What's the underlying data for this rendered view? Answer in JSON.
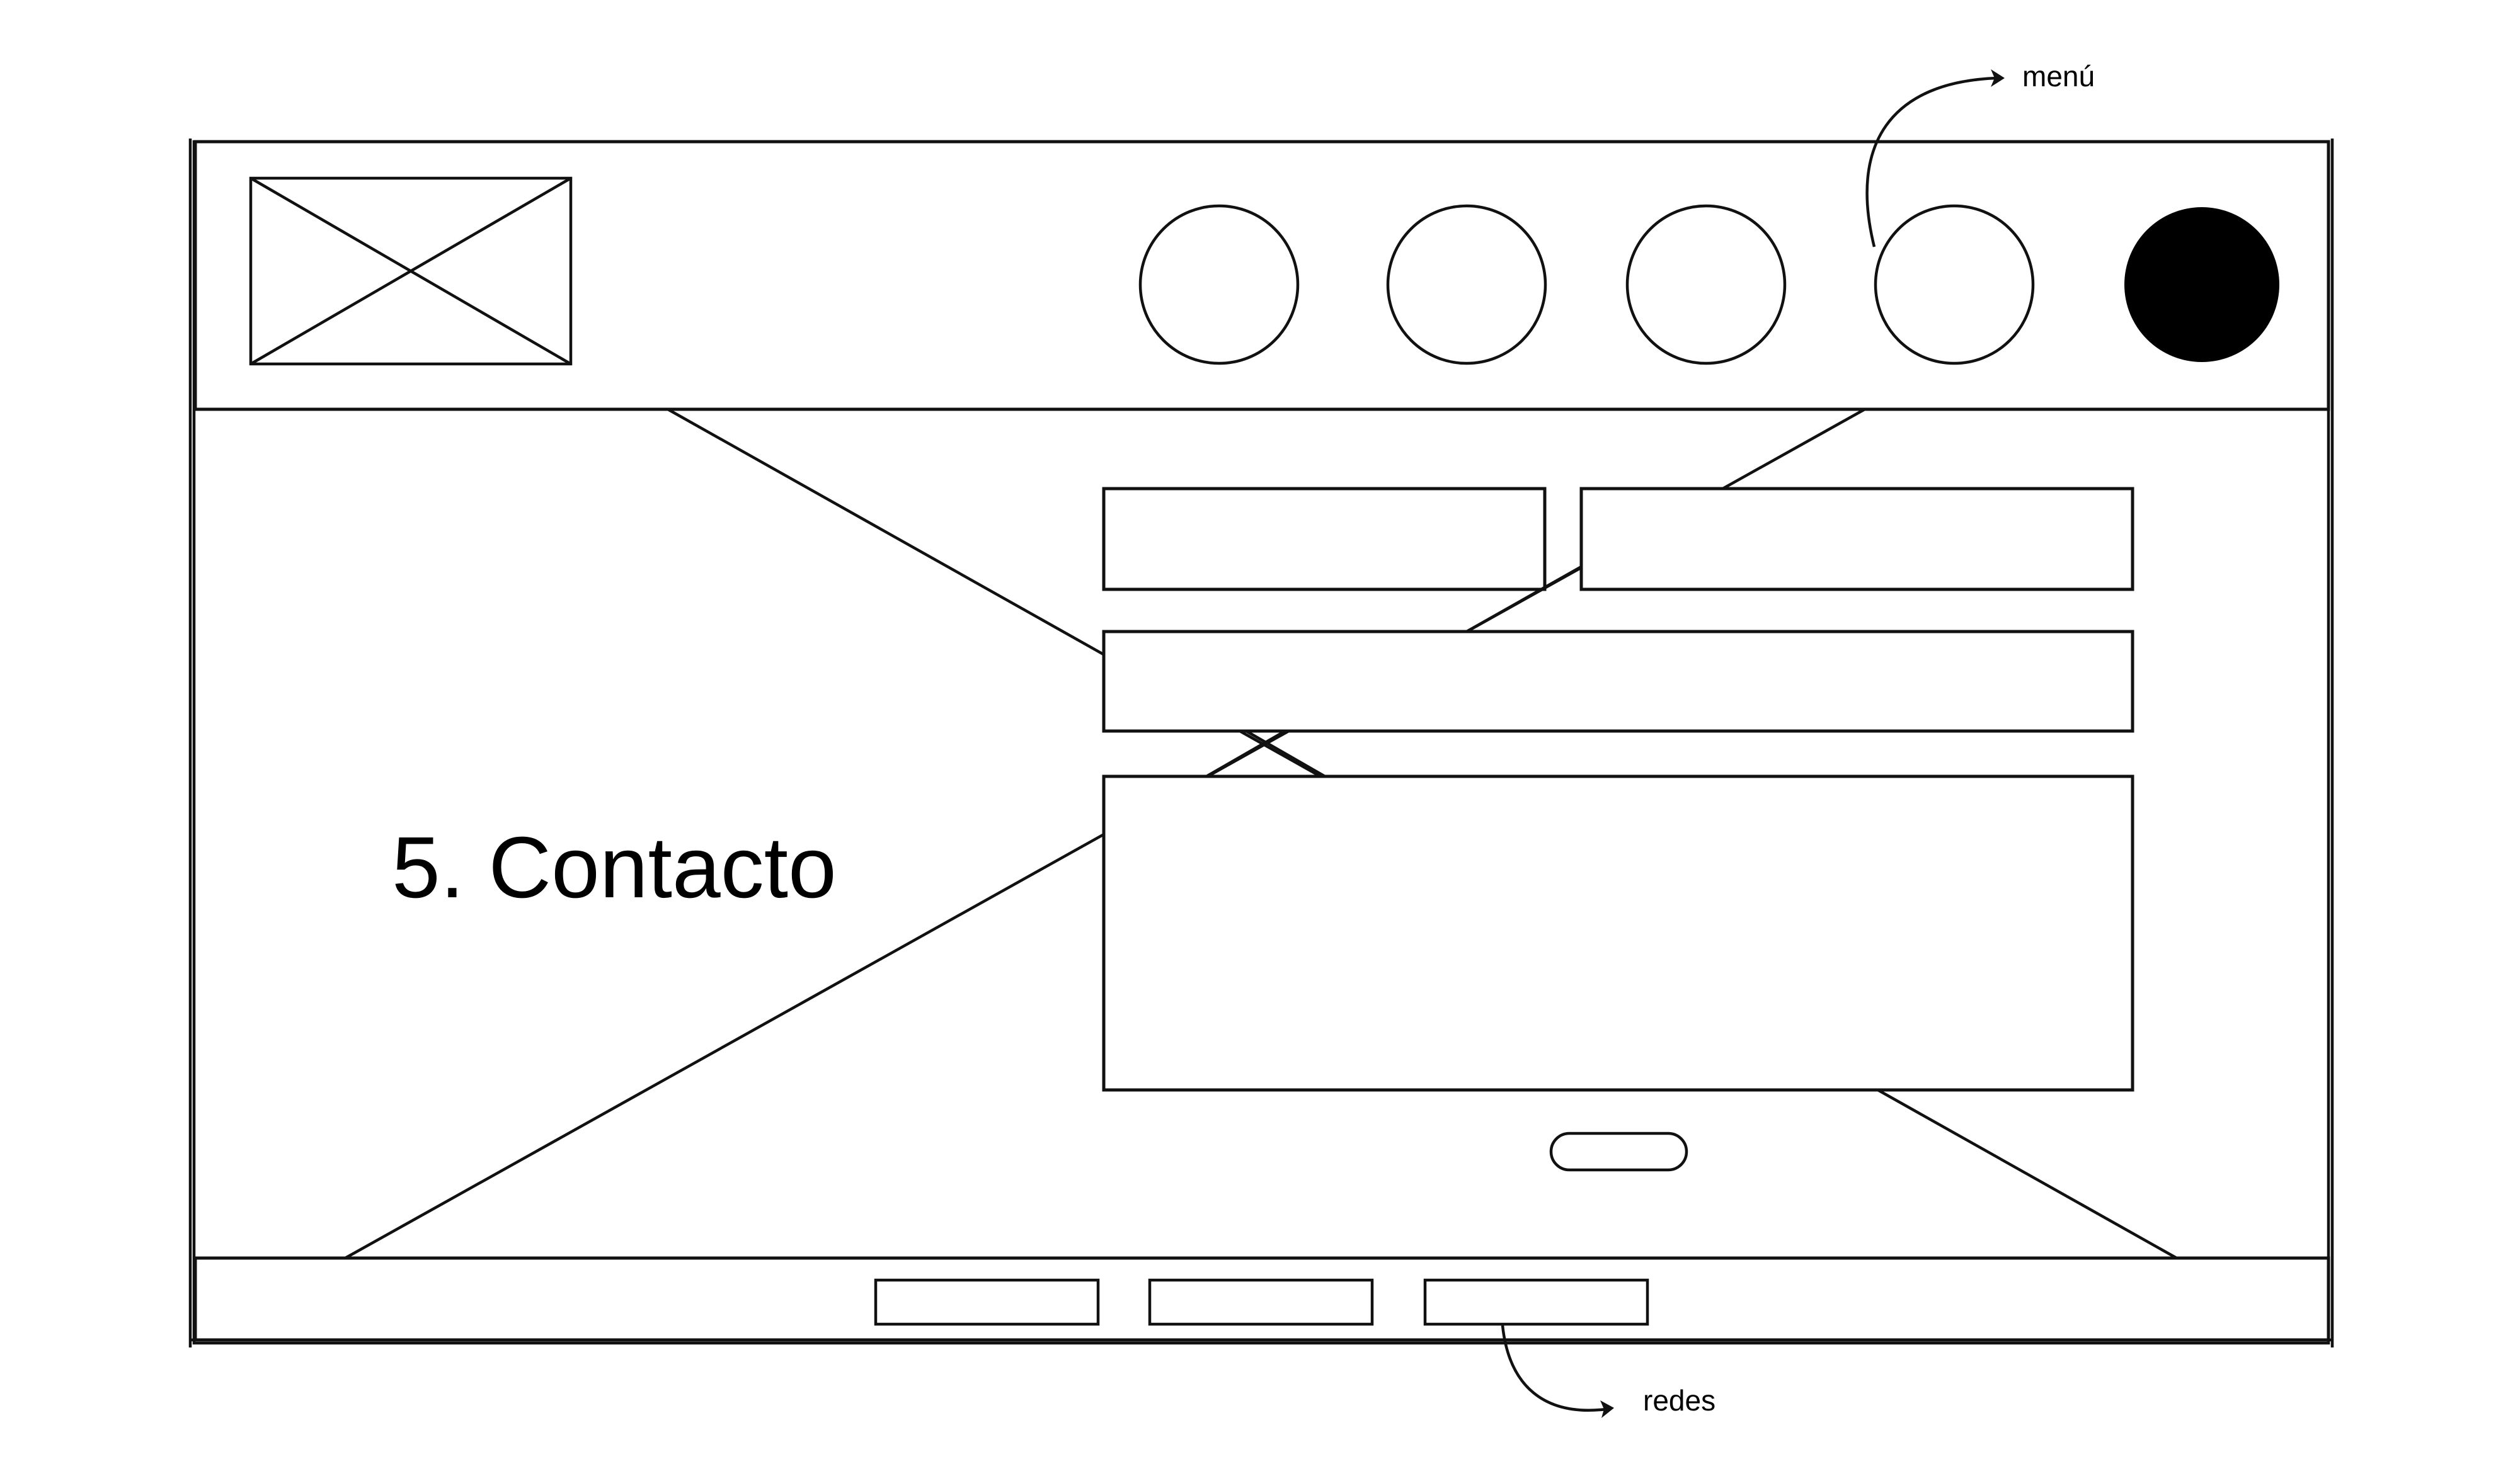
{
  "section_title": "5. Contacto",
  "annotations": {
    "menu": "menú",
    "social": "redes"
  },
  "colors": {
    "stroke": "#111111",
    "fill_active": "#000000",
    "background": "#ffffff"
  },
  "header": {
    "logo_placeholder": "image-placeholder-icon",
    "nav_items": [
      "nav-circle",
      "nav-circle",
      "nav-circle",
      "nav-circle"
    ],
    "active_item": "filled-circle"
  },
  "form": {
    "fields": [
      "short-field",
      "short-field",
      "wide-field",
      "textarea"
    ],
    "submit": "pill-button"
  },
  "footer": {
    "social_links": [
      "social-link",
      "social-link",
      "social-link"
    ]
  }
}
